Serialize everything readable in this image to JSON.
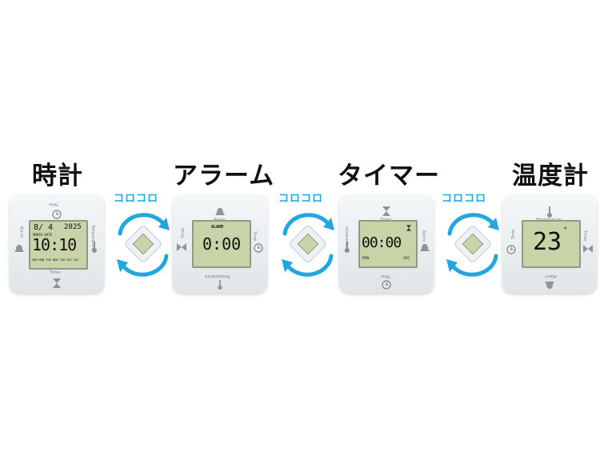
{
  "modes": [
    {
      "title": "時計"
    },
    {
      "title": "アラーム"
    },
    {
      "title": "タイマー"
    },
    {
      "title": "温度計"
    }
  ],
  "rotate_label": "コロコロ",
  "clock": {
    "date": "8/ 4",
    "year": "2025",
    "date_caption": "MONTH DATE",
    "time": "10:10",
    "weekdays": "SUN MON TUE WED THU FRI SAT",
    "label_top": "Time",
    "label_bottom": "Timer",
    "label_left": "Alarm",
    "label_right": "Temperature"
  },
  "alarm": {
    "caption": "ALARM",
    "time": "0:00",
    "label_top": "Alarm",
    "label_bottom": "Temperature",
    "label_left": "Timer",
    "label_right": "Time"
  },
  "timer": {
    "time": "00:00",
    "min_label": "MIN",
    "sec_label": "SEC",
    "label_top": "Timer",
    "label_bottom": "Time",
    "label_left": "Temperature",
    "label_right": "Alarm"
  },
  "thermo": {
    "value": "23",
    "unit": "°",
    "label_top": "Temperature",
    "label_bottom": "Alarm",
    "label_left": "Time",
    "label_right": "Timer"
  },
  "colors": {
    "accent": "#22a6e0",
    "lcd": "#c9d3a8"
  },
  "icons": [
    "clock-icon",
    "bell-icon",
    "hourglass-icon",
    "thermometer-icon",
    "rotate-arrows-icon"
  ]
}
